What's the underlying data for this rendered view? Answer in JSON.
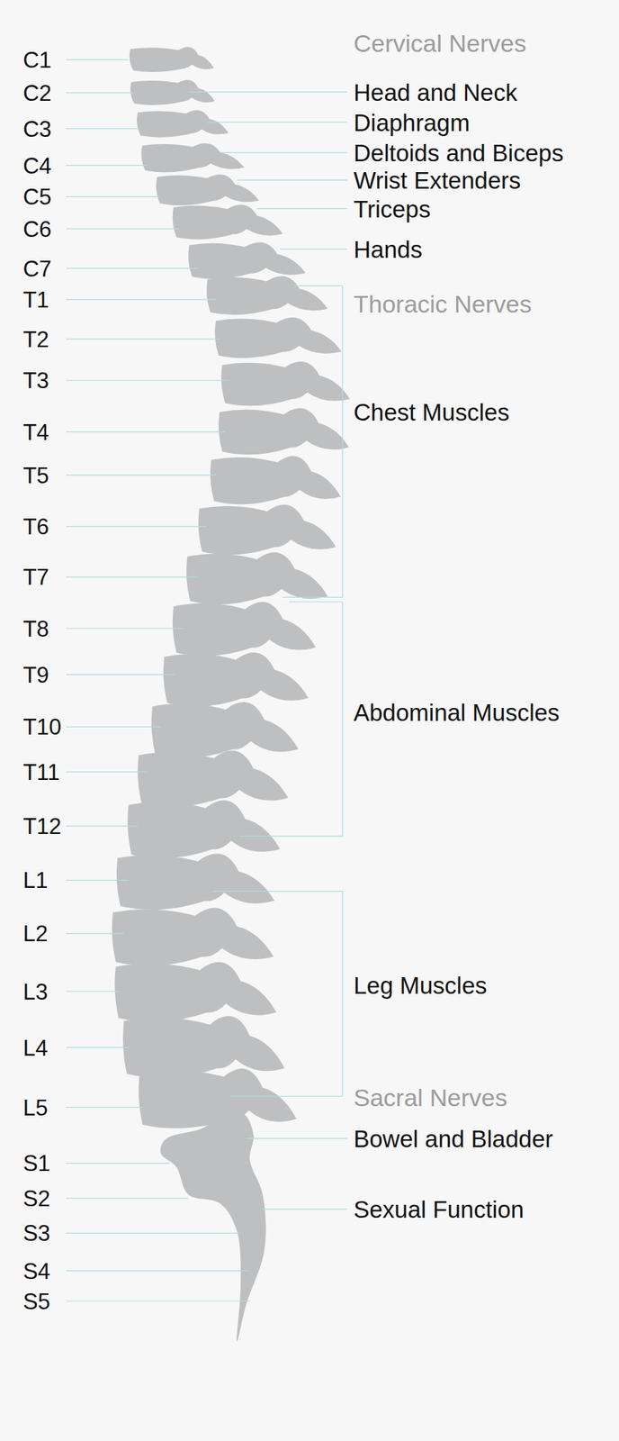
{
  "diagram": {
    "labels": [
      "C1",
      "C2",
      "C3",
      "C4",
      "C5",
      "C6",
      "C7",
      "T1",
      "T2",
      "T3",
      "T4",
      "T5",
      "T6",
      "T7",
      "T8",
      "T9",
      "T10",
      "T11",
      "T12",
      "L1",
      "L2",
      "L3",
      "L4",
      "L5",
      "S1",
      "S2",
      "S3",
      "S4",
      "S5",
      "Cervical Nerves",
      "Head and Neck",
      "Diaphragm",
      "Deltoids and Biceps",
      "Wrist Extenders",
      "Triceps",
      "Hands",
      "Thoracic Nerves",
      "Chest Muscles",
      "Abdominal Muscles",
      "Leg Muscles",
      "Sacral Nerves",
      "Bowel and Bladder",
      "Sexual Function"
    ]
  }
}
